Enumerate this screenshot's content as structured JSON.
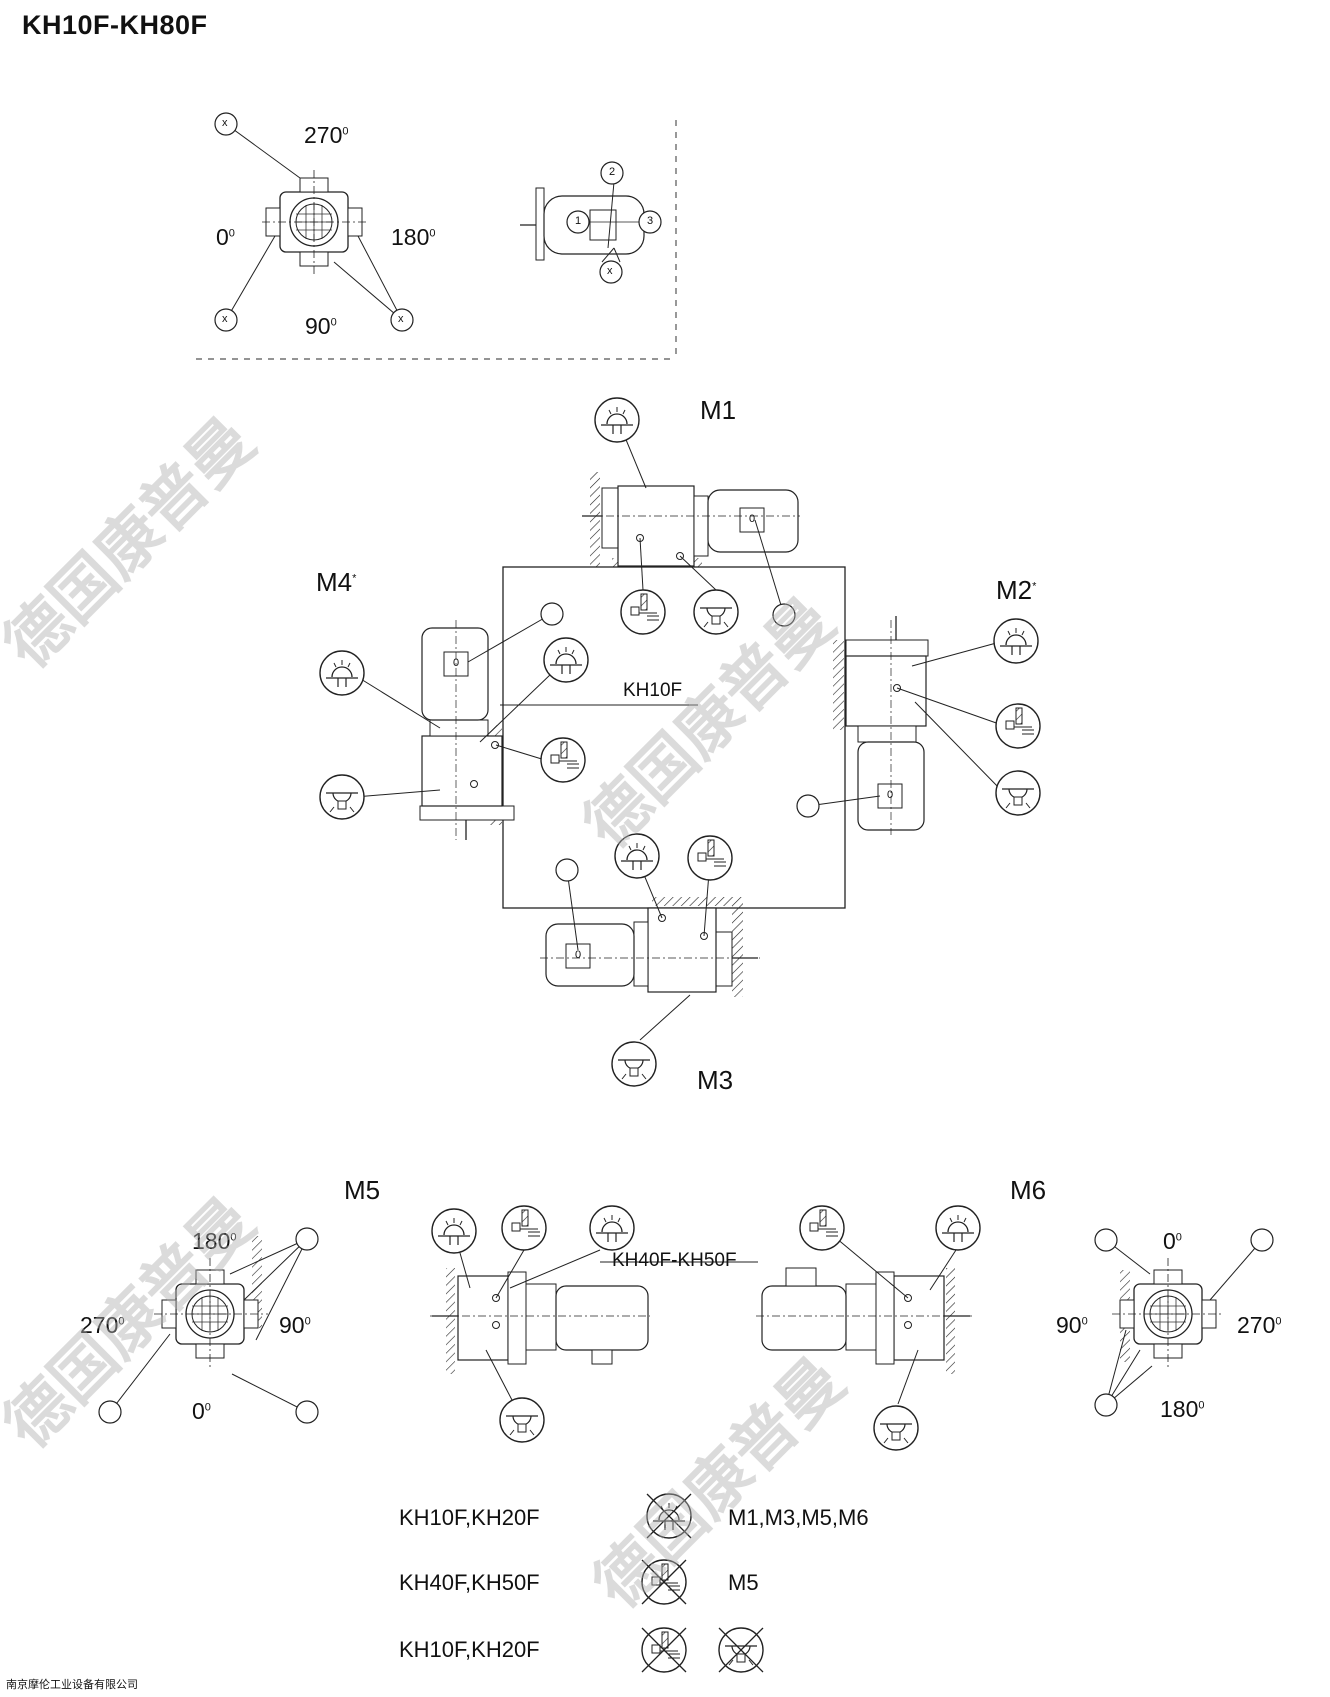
{
  "title": "KH10F-KH80F",
  "top_view": {
    "angle_top": "270",
    "angle_left": "0",
    "angle_right": "180",
    "angle_bottom": "90",
    "marker_x": "x",
    "side_numbers": [
      "1",
      "2",
      "3"
    ]
  },
  "positions": {
    "m1": "M1",
    "m2": "M2",
    "m3": "M3",
    "m4": "M4",
    "m5": "M5",
    "m6": "M6",
    "star": "*"
  },
  "box_label": "KH10F",
  "bottom_label": "KH40F-KH50F",
  "motor_terminal": "0",
  "m5_angles": {
    "top": "180",
    "left": "270",
    "right": "90",
    "bottom": "0"
  },
  "m6_angles": {
    "top": "0",
    "left": "90",
    "right": "270",
    "bottom": "180"
  },
  "degree_mark": "0",
  "legend": [
    {
      "models": "KH10F,KH20F",
      "positions": "M1,M3,M5,M6"
    },
    {
      "models": "KH40F,KH50F",
      "positions": "M5"
    },
    {
      "models": "KH10F,KH20F",
      "positions": ""
    }
  ],
  "footer": "南京摩伦工业设备有限公司",
  "watermark": "德国康普曼"
}
